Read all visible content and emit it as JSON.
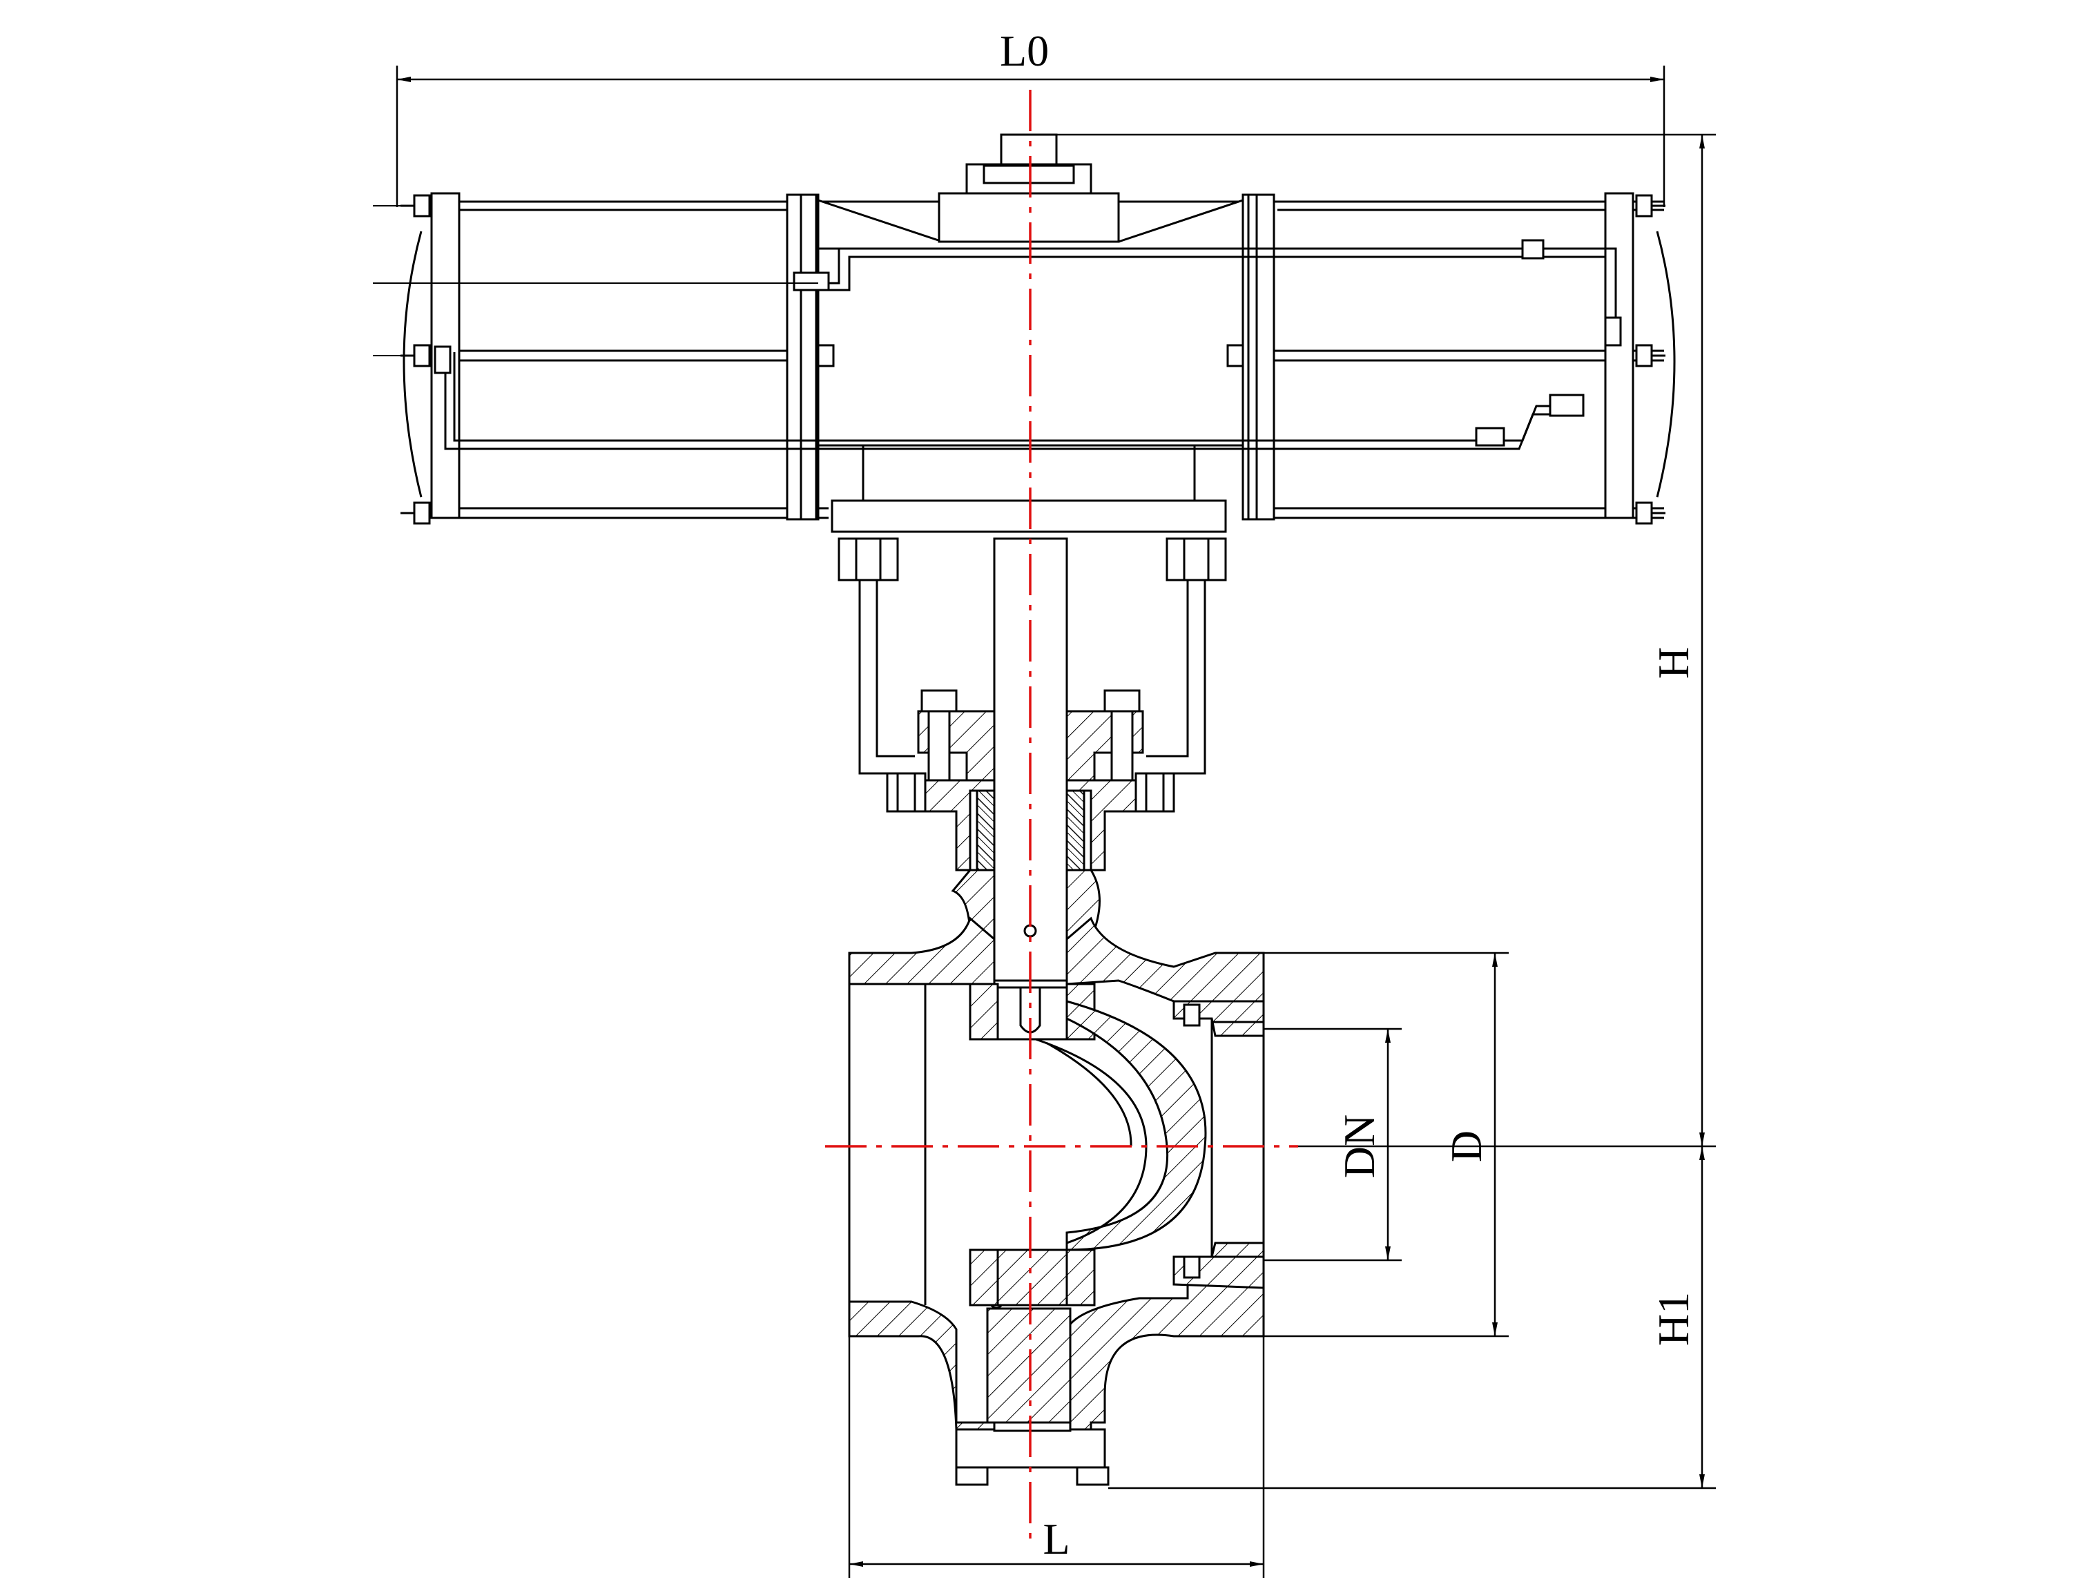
{
  "drawing": {
    "dimension_labels": {
      "overall_length": "L0",
      "height": "H",
      "nominal_diameter": "DN",
      "flange_diameter": "D",
      "lower_height": "H1",
      "face_to_face": "L"
    },
    "colors": {
      "outline": "#000000",
      "centerline": "#e01010",
      "background": "#ffffff"
    }
  }
}
